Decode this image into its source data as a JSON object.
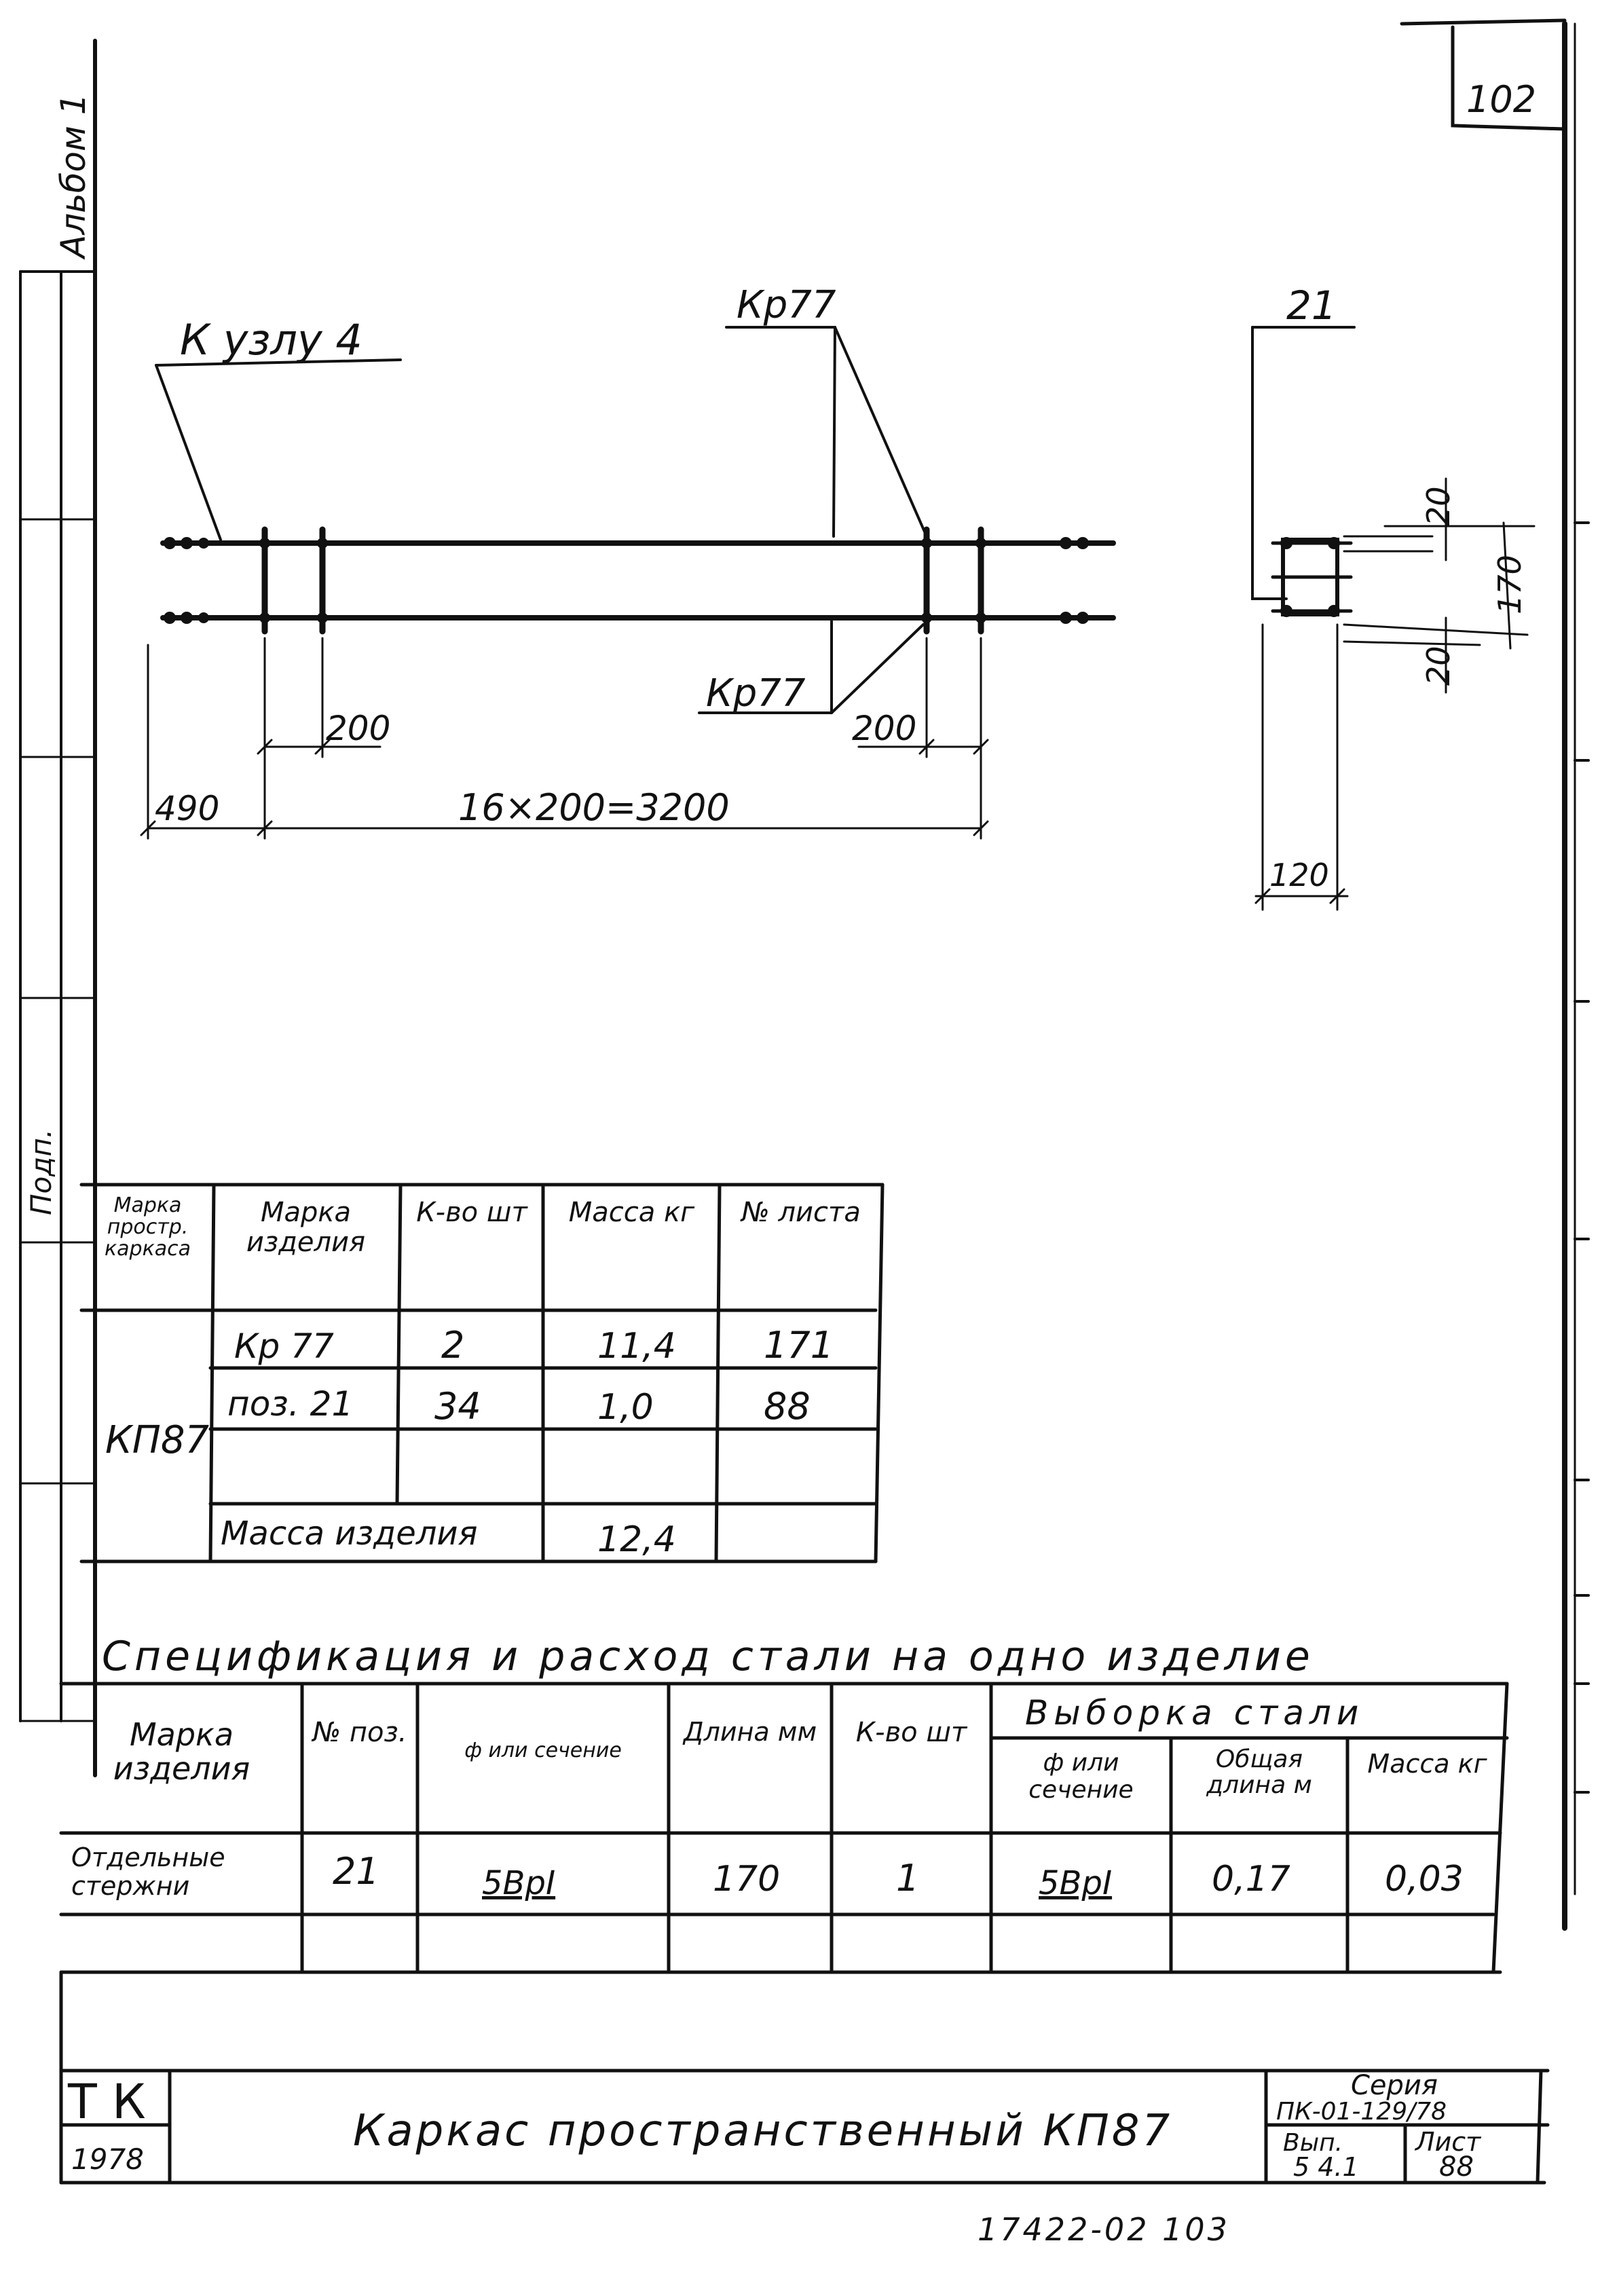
{
  "sheet_number": "102",
  "album_label": "Альбом 1",
  "left_margin_sign": "Подп.",
  "drawing": {
    "callout_node": "К узлу 4",
    "callout_kr_top": "Кр77",
    "callout_kr_bottom": "Кр77",
    "pos_label": "21",
    "dim_200_left": "200",
    "dim_200_right": "200",
    "dim_490": "490",
    "dim_total": "16×200=3200",
    "dim_20_top": "20",
    "dim_170": "170",
    "dim_20_bottom": "20",
    "dim_120": "120"
  },
  "assembly_table": {
    "headers": {
      "col1": "Марка простр. каркаса",
      "col2": "Марка изделия",
      "col3": "К-во шт",
      "col4": "Масса кг",
      "col5": "№ листа"
    },
    "frame_mark": "КП87",
    "rows": [
      {
        "item": "Кр 77",
        "qty": "2",
        "mass": "11,4",
        "sheet": "171"
      },
      {
        "item": "поз. 21",
        "qty": "34",
        "mass": "1,0",
        "sheet": "88"
      }
    ],
    "total_label": "Масса изделия",
    "total_mass": "12,4"
  },
  "spec": {
    "title": "Спецификация и расход стали на одно изделие",
    "headers": {
      "mark": "Марка изделия",
      "pos": "№ поз.",
      "section": "ф или сечение",
      "length": "Длина мм",
      "qty": "К-во шт",
      "selection": "Выборка стали",
      "sel_section": "ф или сечение",
      "sel_total_length": "Общая длина м",
      "sel_mass": "Масса кг"
    },
    "row": {
      "mark": "Отдельные стержни",
      "pos": "21",
      "section": "5ВрI",
      "length": "170",
      "qty": "1",
      "sel_section": "5ВрI",
      "sel_total_length": "0,17",
      "sel_mass": "0,03"
    }
  },
  "title_block": {
    "tk": "Т К",
    "year": "1978",
    "title": "Каркас пространственный КП87",
    "series_label": "Серия",
    "series_value": "ПК-01-129/78",
    "issue_label": "Вып.",
    "issue_value": "5 4.1",
    "sheet_label": "Лист",
    "sheet_value": "88"
  },
  "footer_stamp": "17422-02    103"
}
